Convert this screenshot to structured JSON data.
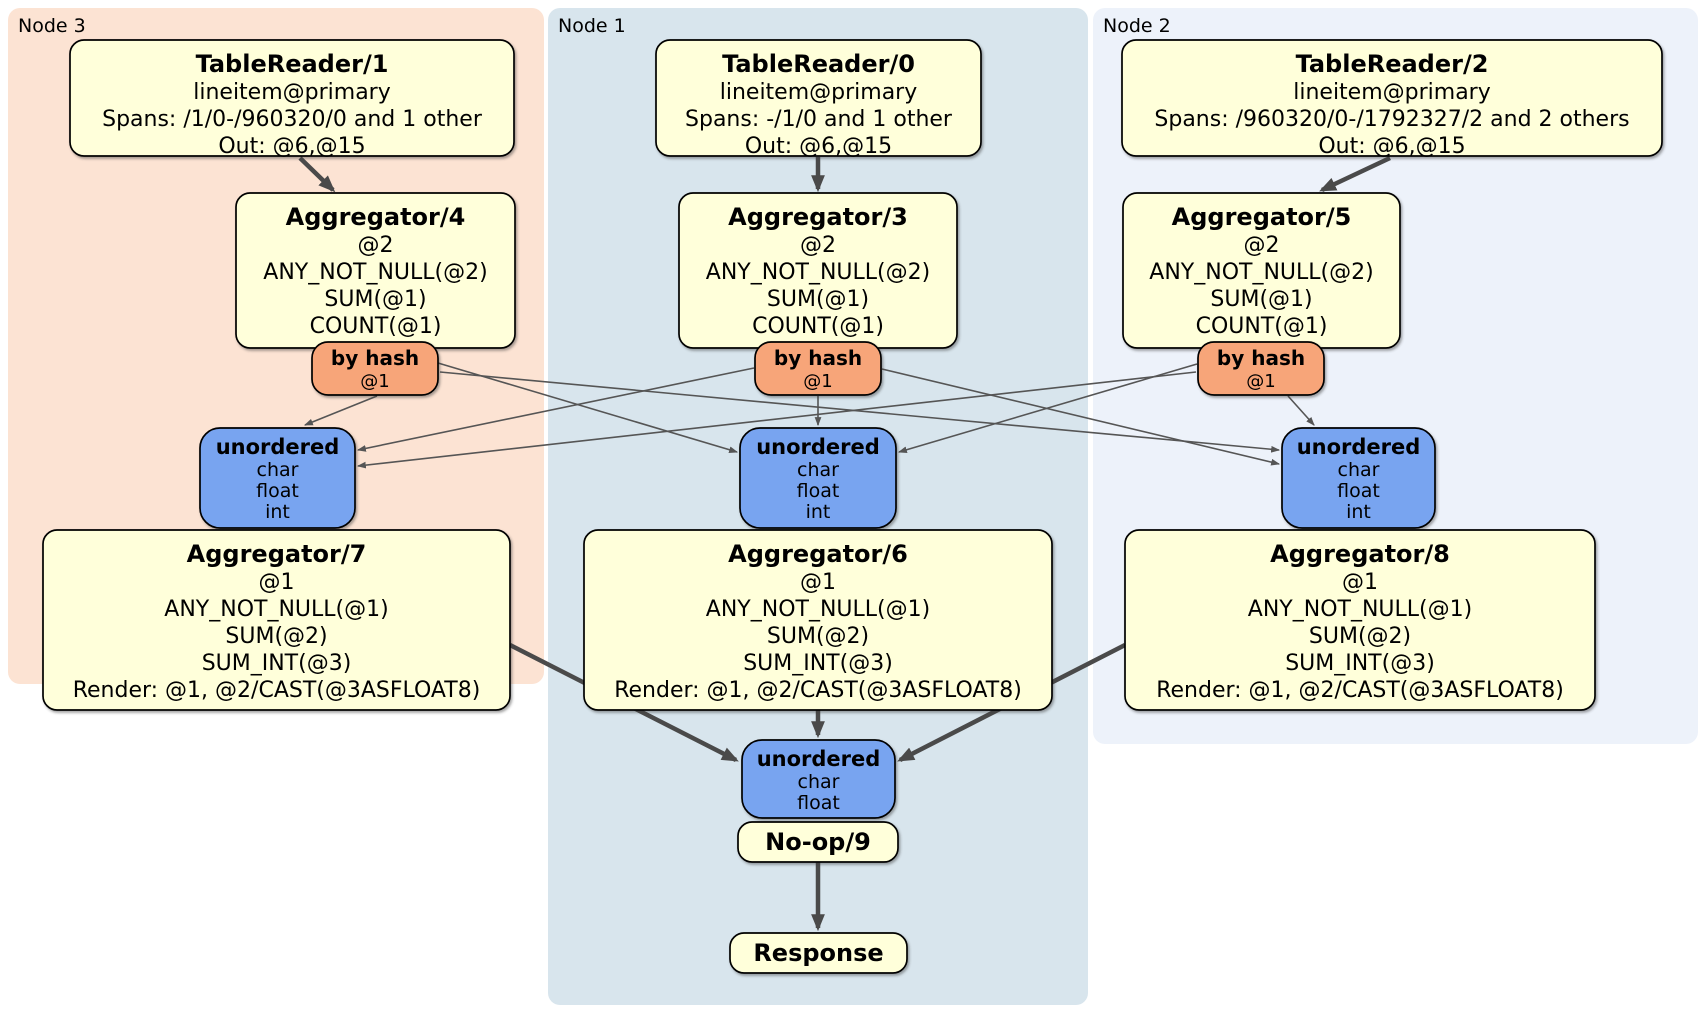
{
  "page": {
    "background": "#ffffff"
  },
  "diagram": {
    "regions": [
      {
        "id": "node3",
        "label": "Node 3",
        "fill": "#FCE3D3"
      },
      {
        "id": "node1",
        "label": "Node 1",
        "fill": "#D8E5ED"
      },
      {
        "id": "node2",
        "label": "Node 2",
        "fill": "#EDF2FA"
      }
    ],
    "palette": {
      "processor_fill": "#FFFFDA",
      "router_fill": "#F7A579",
      "sync_fill": "#78A4F0",
      "box_border": "#000000",
      "edge_thin": "#555555",
      "edge_thick": "#4A4A4A",
      "text_color": "#000000"
    },
    "boxes": [
      {
        "id": "tr1",
        "kind": "processor",
        "title": "TableReader/1",
        "lines": [
          "lineitem@primary",
          "Spans: /1/0-/960320/0 and 1 other",
          "Out: @6,@15"
        ]
      },
      {
        "id": "tr0",
        "kind": "processor",
        "title": "TableReader/0",
        "lines": [
          "lineitem@primary",
          "Spans: -/1/0 and 1 other",
          "Out: @6,@15"
        ]
      },
      {
        "id": "tr2",
        "kind": "processor",
        "title": "TableReader/2",
        "lines": [
          "lineitem@primary",
          "Spans: /960320/0-/1792327/2 and 2 others",
          "Out: @6,@15"
        ]
      },
      {
        "id": "agg4",
        "kind": "processor",
        "title": "Aggregator/4",
        "lines": [
          "@2",
          "ANY_NOT_NULL(@2)",
          "SUM(@1)",
          "COUNT(@1)"
        ]
      },
      {
        "id": "agg3",
        "kind": "processor",
        "title": "Aggregator/3",
        "lines": [
          "@2",
          "ANY_NOT_NULL(@2)",
          "SUM(@1)",
          "COUNT(@1)"
        ]
      },
      {
        "id": "agg5",
        "kind": "processor",
        "title": "Aggregator/5",
        "lines": [
          "@2",
          "ANY_NOT_NULL(@2)",
          "SUM(@1)",
          "COUNT(@1)"
        ]
      },
      {
        "id": "hash_l",
        "kind": "router",
        "title": "by hash",
        "lines": [
          "@1"
        ]
      },
      {
        "id": "hash_m",
        "kind": "router",
        "title": "by hash",
        "lines": [
          "@1"
        ]
      },
      {
        "id": "hash_r",
        "kind": "router",
        "title": "by hash",
        "lines": [
          "@1"
        ]
      },
      {
        "id": "unord_l",
        "kind": "sync",
        "title": "unordered",
        "lines": [
          "char",
          "float",
          "int"
        ]
      },
      {
        "id": "unord_m",
        "kind": "sync",
        "title": "unordered",
        "lines": [
          "char",
          "float",
          "int"
        ]
      },
      {
        "id": "unord_r",
        "kind": "sync",
        "title": "unordered",
        "lines": [
          "char",
          "float",
          "int"
        ]
      },
      {
        "id": "agg7",
        "kind": "processor",
        "title": "Aggregator/7",
        "lines": [
          "@1",
          "ANY_NOT_NULL(@1)",
          "SUM(@2)",
          "SUM_INT(@3)",
          "Render: @1, @2/CAST(@3ASFLOAT8)"
        ]
      },
      {
        "id": "agg6",
        "kind": "processor",
        "title": "Aggregator/6",
        "lines": [
          "@1",
          "ANY_NOT_NULL(@1)",
          "SUM(@2)",
          "SUM_INT(@3)",
          "Render: @1, @2/CAST(@3ASFLOAT8)"
        ]
      },
      {
        "id": "agg8",
        "kind": "processor",
        "title": "Aggregator/8",
        "lines": [
          "@1",
          "ANY_NOT_NULL(@1)",
          "SUM(@2)",
          "SUM_INT(@3)",
          "Render: @1, @2/CAST(@3ASFLOAT8)"
        ]
      },
      {
        "id": "unord_b",
        "kind": "sync",
        "title": "unordered",
        "lines": [
          "char",
          "float"
        ]
      },
      {
        "id": "noop",
        "kind": "processor",
        "title": "No-op/9",
        "lines": []
      },
      {
        "id": "resp",
        "kind": "processor",
        "title": "Response",
        "lines": []
      }
    ],
    "edges": [
      {
        "from": "tr1",
        "to": "agg4",
        "style": "thick"
      },
      {
        "from": "tr0",
        "to": "agg3",
        "style": "thick"
      },
      {
        "from": "tr2",
        "to": "agg5",
        "style": "thick"
      },
      {
        "from": "hash_l",
        "to": "unord_l",
        "style": "thin"
      },
      {
        "from": "hash_l",
        "to": "unord_m",
        "style": "thin"
      },
      {
        "from": "hash_l",
        "to": "unord_r",
        "style": "thin"
      },
      {
        "from": "hash_m",
        "to": "unord_l",
        "style": "thin"
      },
      {
        "from": "hash_m",
        "to": "unord_m",
        "style": "thin"
      },
      {
        "from": "hash_m",
        "to": "unord_r",
        "style": "thin"
      },
      {
        "from": "hash_r",
        "to": "unord_l",
        "style": "thin"
      },
      {
        "from": "hash_r",
        "to": "unord_m",
        "style": "thin"
      },
      {
        "from": "hash_r",
        "to": "unord_r",
        "style": "thin"
      },
      {
        "from": "agg7",
        "to": "unord_b",
        "style": "thick"
      },
      {
        "from": "agg6",
        "to": "unord_b",
        "style": "thick"
      },
      {
        "from": "agg8",
        "to": "unord_b",
        "style": "thick"
      },
      {
        "from": "noop",
        "to": "resp",
        "style": "thick"
      }
    ]
  }
}
